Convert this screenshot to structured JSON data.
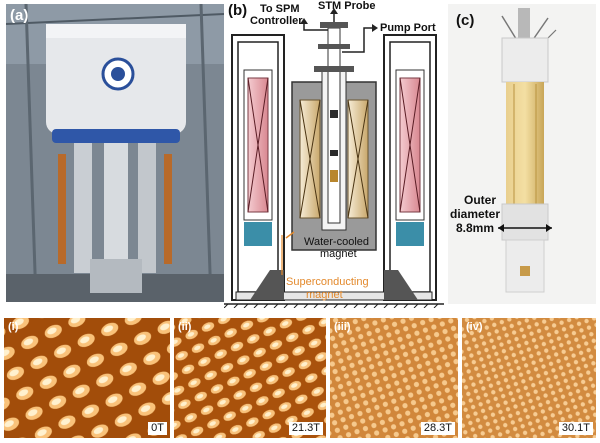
{
  "panels": {
    "a": {
      "label": "(a)"
    },
    "b": {
      "label": "(b)",
      "to_spm_controller": [
        "To SPM",
        "Controller"
      ],
      "stm_probe": "STM Probe",
      "pump_port": "Pump Port",
      "water_cooled_magnet": [
        "Water-cooled",
        "magnet"
      ],
      "superconducting_magnet": [
        "Superconducting",
        "magnet"
      ]
    },
    "c": {
      "label": "(c)",
      "outer_diameter": [
        "Outer",
        "diameter",
        "8.8mm"
      ]
    }
  },
  "stm_images": [
    {
      "label": "(i)",
      "field": "0T"
    },
    {
      "label": "(ii)",
      "field": "21.3T"
    },
    {
      "label": "(iii)",
      "field": "28.3T"
    },
    {
      "label": "(iv)",
      "field": "30.1T"
    }
  ],
  "colors": {
    "orange_label": "#e3892c",
    "stm_light": "#fbd39a",
    "stm_dark": "#8a3b05"
  }
}
